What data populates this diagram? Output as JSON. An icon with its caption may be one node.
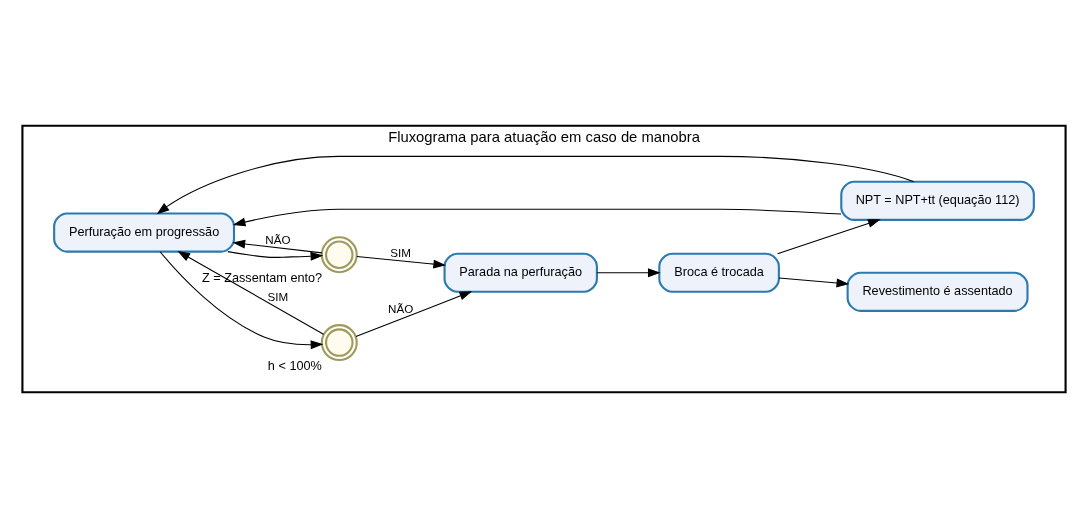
{
  "diagram": {
    "nodes": [
      {
        "text": [
          "Fluxograma para atuação em caso de manobra"
        ]
      },
      {
        "text": [
          "Perfuração em progressão"
        ],
        "in": 0
      },
      {
        "text": [],
        "shape": "circle",
        "beside": [
          "h < 100%"
        ],
        "in": 0
      },
      {
        "text": [],
        "shape": "circle",
        "beside": [
          "Z = Zassentam ento?"
        ],
        "in": 0
      },
      {
        "text": [
          "Parada na perfuração"
        ],
        "in": 0
      },
      {
        "text": [
          "Broca é trocada"
        ],
        "in": 0
      },
      {
        "text": [
          "NPT = NPT+tt (equação 112)"
        ],
        "in": 0
      },
      {
        "text": [
          "Revestimento é assentado"
        ],
        "in": 0
      }
    ],
    "edges": [
      {
        "from": 1,
        "to": 2,
        "arrow": "to"
      },
      {
        "from": 1,
        "to": 3,
        "arrow": "to"
      },
      {
        "from": 2,
        "to": 1,
        "arrow": "to",
        "label": "SIM"
      },
      {
        "from": 2,
        "to": 4,
        "arrow": "to",
        "label": "NÃO"
      },
      {
        "from": 3,
        "to": 4,
        "arrow": "to",
        "label": "SIM"
      },
      {
        "from": 3,
        "to": 1,
        "arrow": "to",
        "label": "NÃO"
      },
      {
        "from": 4,
        "to": 5,
        "arrow": "to"
      },
      {
        "from": 5,
        "to": 6,
        "arrow": "to"
      },
      {
        "from": 5,
        "to": 7,
        "arrow": "to"
      },
      {
        "from": 6,
        "to": 1,
        "arrow": "to"
      },
      {
        "from": 6,
        "to": 1,
        "arrow": "to"
      }
    ]
  }
}
